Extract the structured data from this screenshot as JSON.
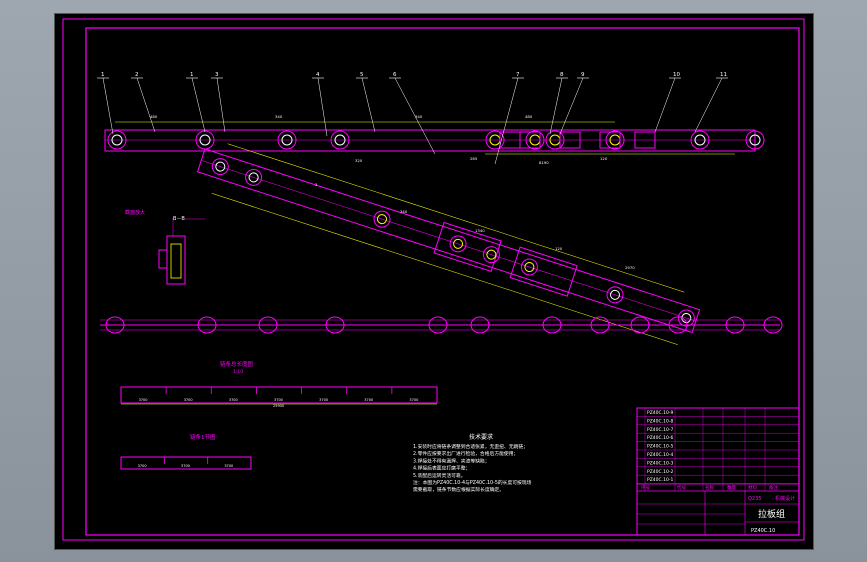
{
  "balloons": [
    "1",
    "2",
    "1",
    "3",
    "4",
    "5",
    "6",
    "7",
    "8",
    "9",
    "10",
    "11"
  ],
  "dimensions": {
    "top_spans": [
      "480",
      "340",
      "340",
      "480"
    ],
    "top_lower": [
      "320",
      "265",
      "8190",
      "120"
    ],
    "incline": [
      "2",
      "340",
      "1340",
      "120",
      "2970"
    ]
  },
  "section_view": {
    "callout": "B－B",
    "caption": "截面放大"
  },
  "sections": {
    "long_rail_label": "链条总长度图",
    "long_rail_scale": "1:10",
    "long_rail_dims": [
      "3700",
      "3700",
      "3700",
      "3700",
      "3700",
      "3700",
      "3700"
    ],
    "long_rail_total": "25900",
    "short_rail_label": "链条1节图",
    "short_rail_dims": [
      "3700",
      "3700",
      "3700"
    ]
  },
  "notes": {
    "title": "技术要求",
    "items": [
      "1.安装时应将链条调整到合适张紧，无歪扭、无跳链；",
      "2.零件应按要求出厂进行检验，合格后方能使用；",
      "3.焊接处不得有漏焊、夹渣等缺陷；",
      "4.焊接后表面应打磨平整；",
      "5.装配后运转灵活可靠。",
      "注：本图为PZ40C.10-4与PZ40C.10-5的长度可按现场",
      "需要截取，链条节数应根据实际长度确定。"
    ]
  },
  "title_block": {
    "part_codes": [
      "PZ40C.10-9",
      "PZ40C.10-8",
      "PZ40C.10-7",
      "PZ40C.10-6",
      "PZ40C.10-5",
      "PZ40C.10-4",
      "PZ40C.10-3",
      "PZ40C.10-2",
      "PZ40C.10-1"
    ],
    "header_cells": [
      "序号",
      "代号",
      "名称",
      "数量",
      "材料",
      "备注"
    ],
    "drawing_title": "拉板组",
    "drawing_number": "PZ40C.10",
    "material_cell": "Q235",
    "company_cell": "机械设计"
  }
}
